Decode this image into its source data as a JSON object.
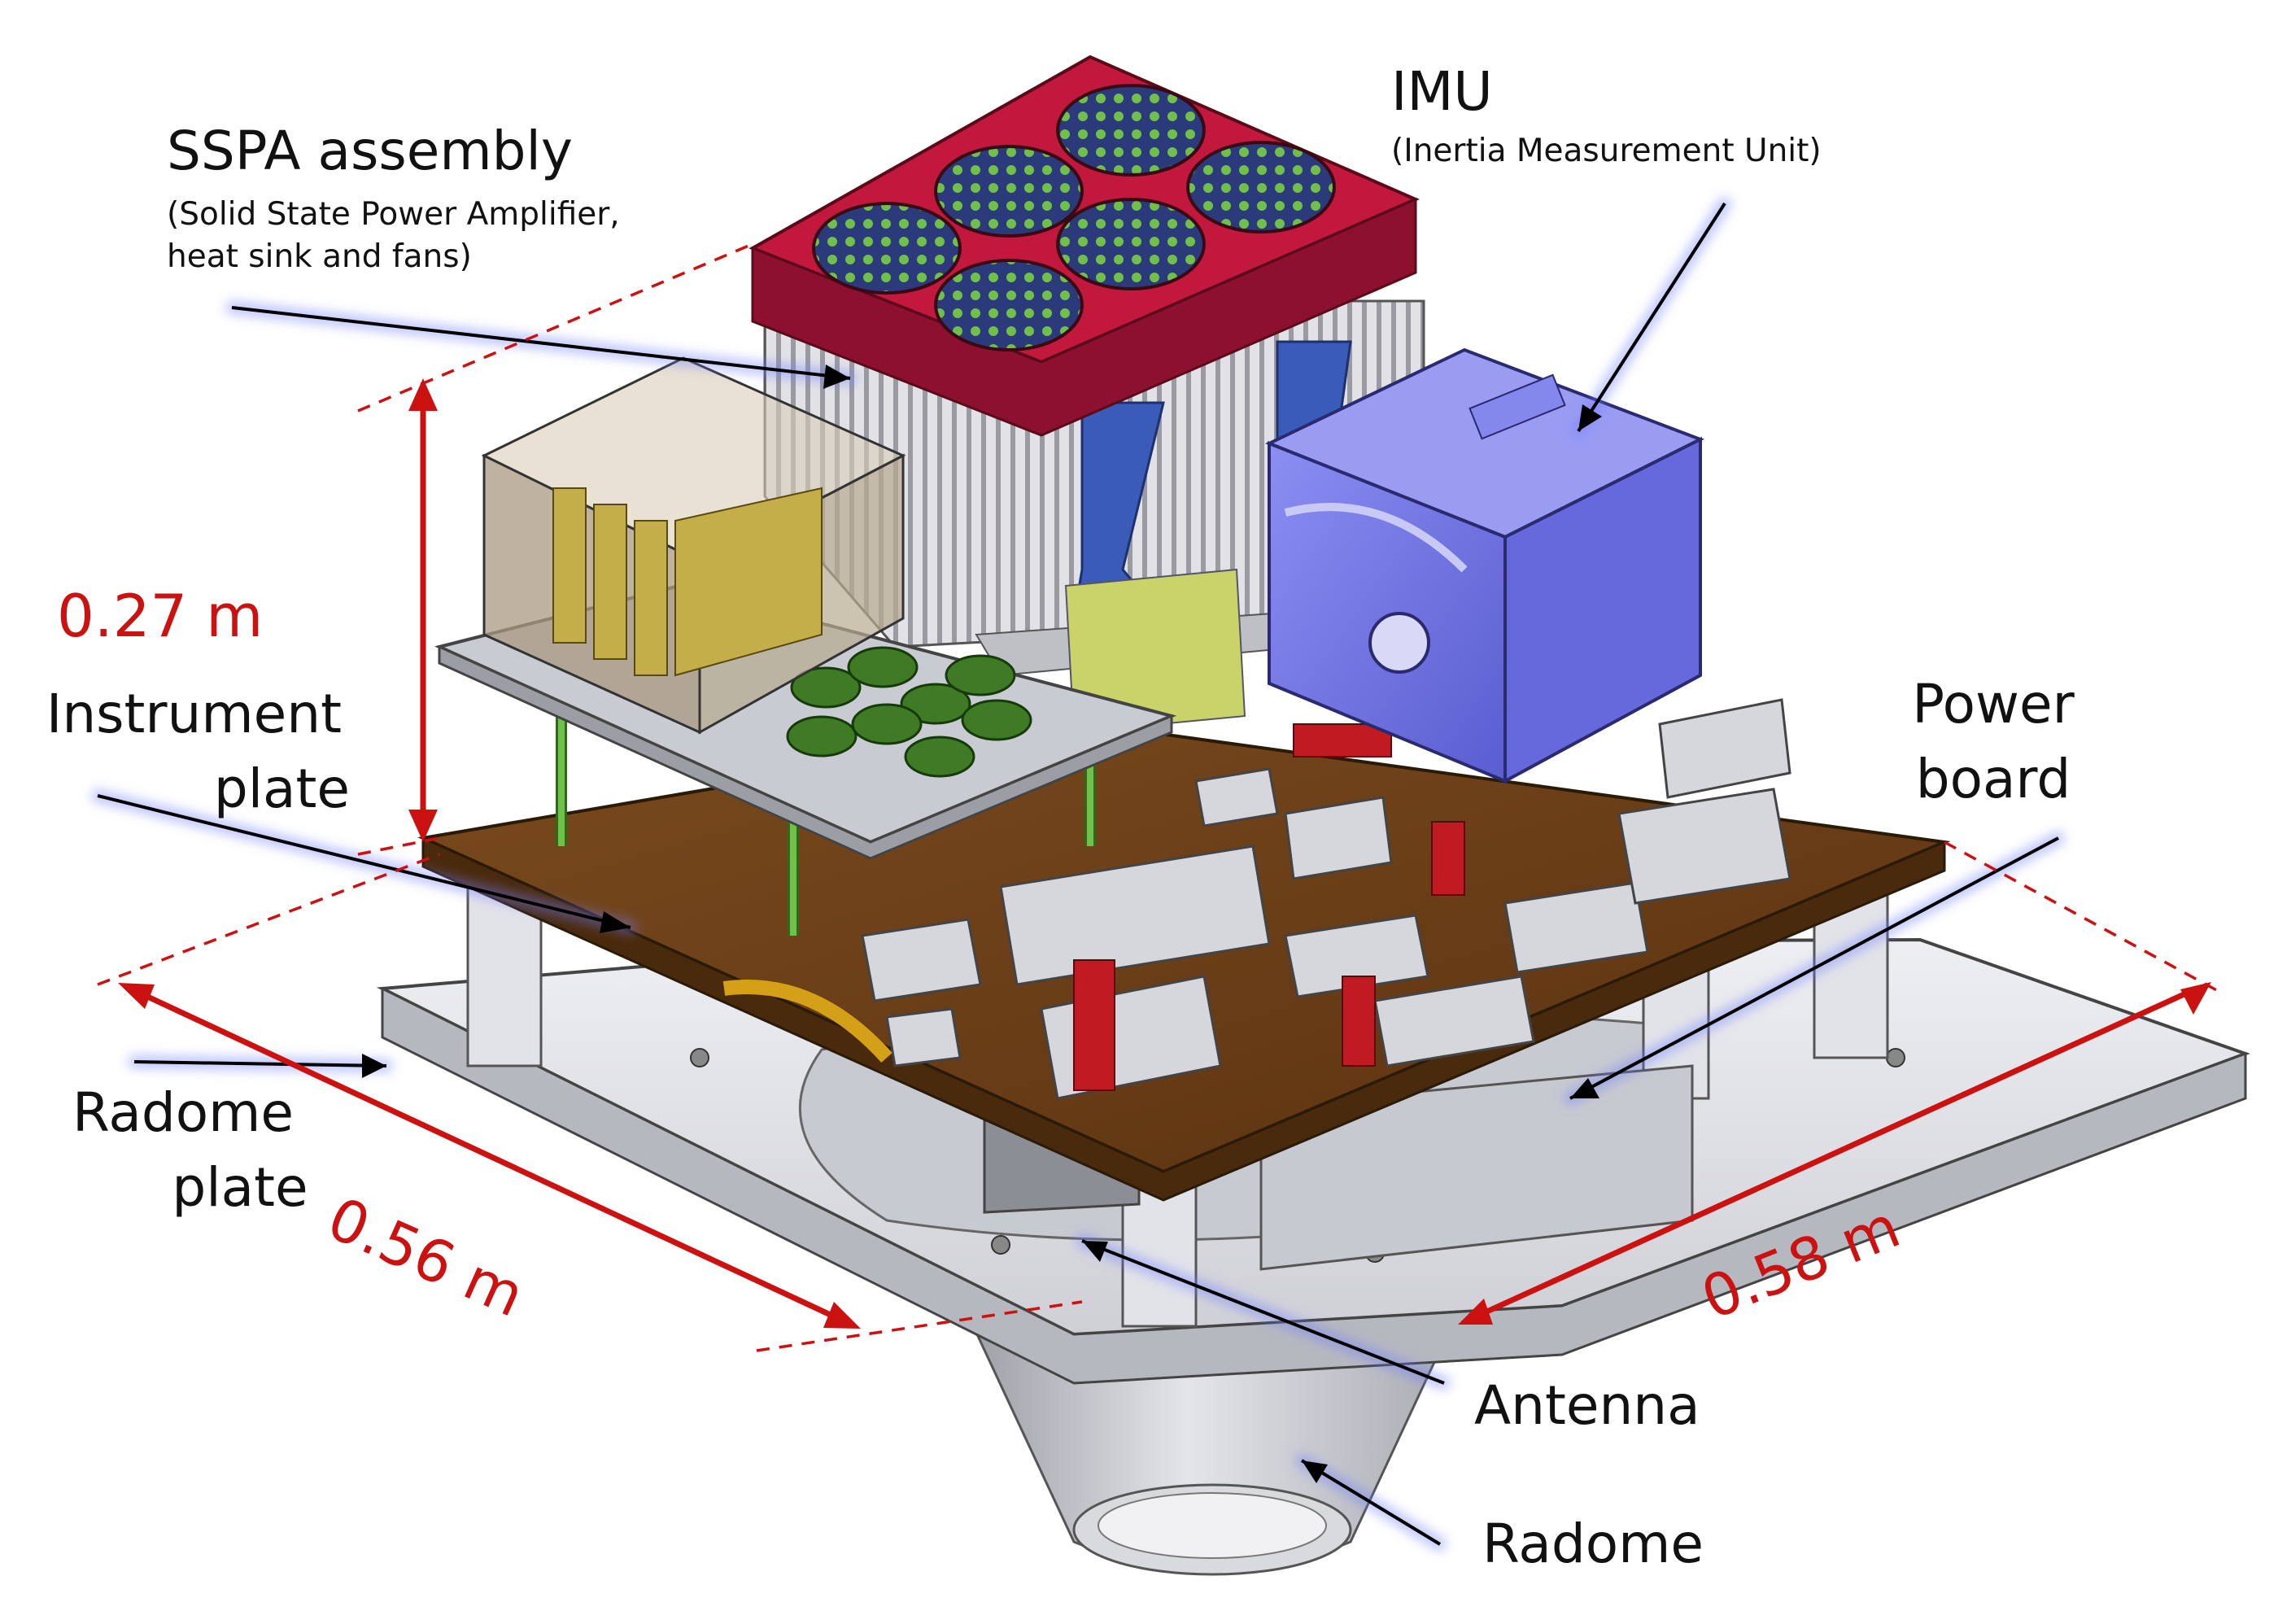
{
  "labels": {
    "sspa_title": "SSPA assembly",
    "sspa_sub_1": "(Solid State Power Amplifier,",
    "sspa_sub_2": "heat sink and fans)",
    "imu_title": "IMU",
    "imu_sub": "(Inertia Measurement Unit)",
    "instrument_1": "Instrument",
    "instrument_2": "plate",
    "power_1": "Power",
    "power_2": "board",
    "radome_plate_1": "Radome",
    "radome_plate_2": "plate",
    "antenna": "Antenna",
    "radome": "Radome"
  },
  "dimensions": {
    "height": "0.27 m",
    "depth": "0.56 m",
    "width": "0.58 m"
  },
  "colors": {
    "dimension": "#cc1111",
    "leader": "#000000",
    "glow": "#6f7dff",
    "fan_plate": "#b8123a",
    "imu_box": "#7477e8",
    "board": "#6b3d17",
    "radome_plate": "#dedfe4",
    "heat_sink": "#d3d3d6"
  }
}
